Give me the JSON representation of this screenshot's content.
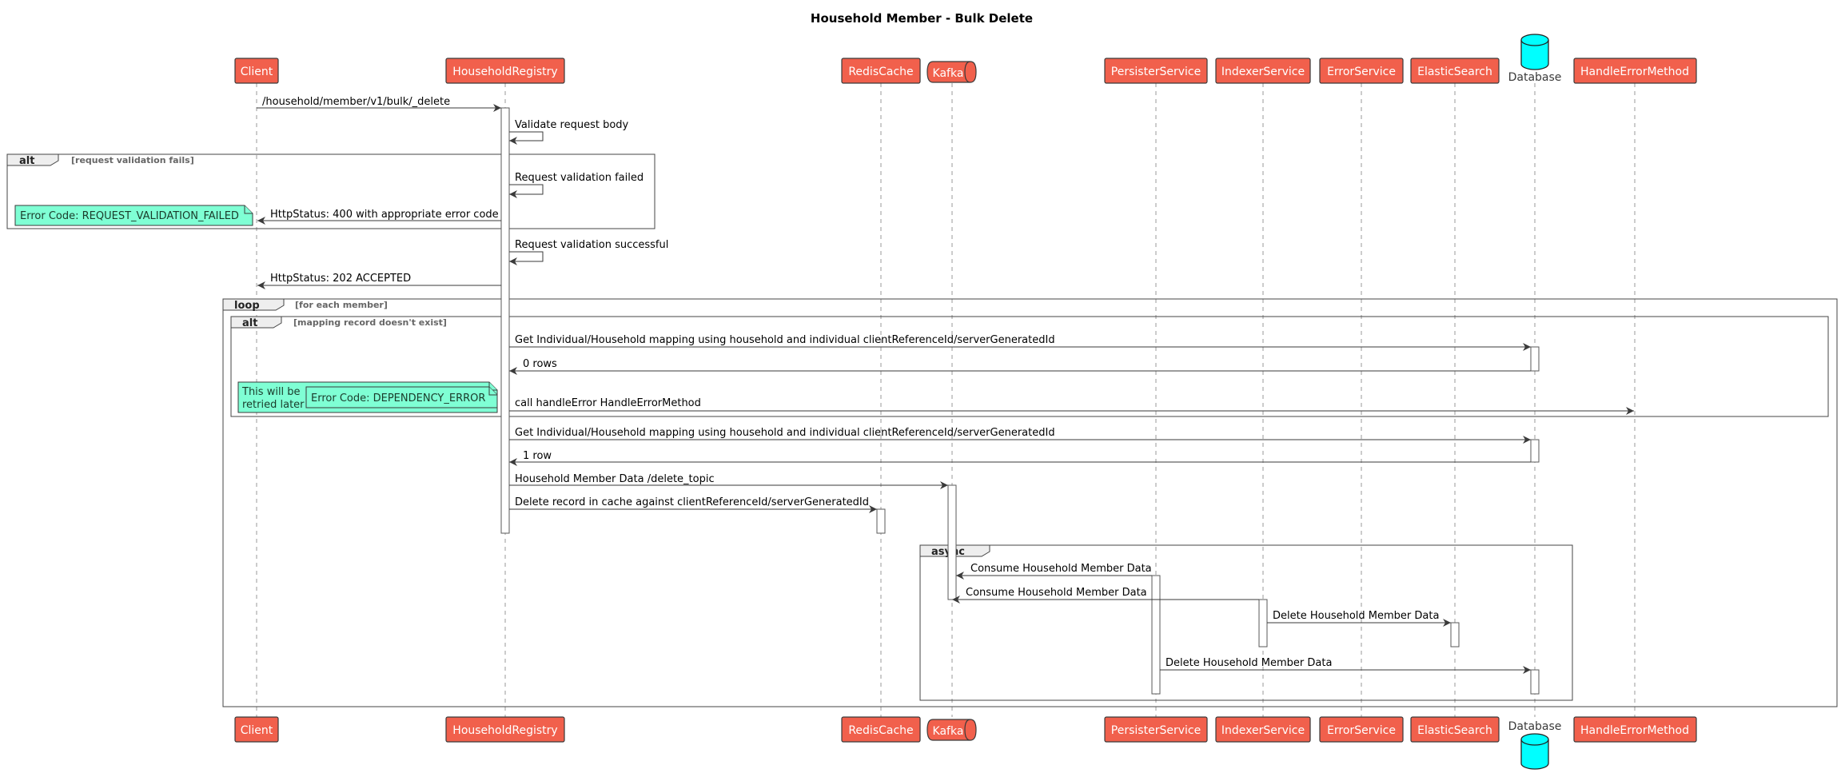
{
  "title": "Household Member - Bulk Delete",
  "participants": {
    "client": "Client",
    "registry": "HouseholdRegistry",
    "redis": "RedisCache",
    "kafka": "Kafka",
    "persister": "PersisterService",
    "indexer": "IndexerService",
    "error": "ErrorService",
    "elastic": "ElasticSearch",
    "database": "Database",
    "handle_error": "HandleErrorMethod"
  },
  "messages": {
    "m1": "/household/member/v1/bulk/_delete",
    "m2": "Validate request body",
    "m3": "Request validation failed",
    "m4": "HttpStatus: 400 with appropriate error code",
    "m5": "Request validation successful",
    "m6": "HttpStatus: 202 ACCEPTED",
    "m7": "Get Individual/Household mapping using household and individual clientReferenceId/serverGeneratedId",
    "m8": "0 rows",
    "m9": "call handleError HandleErrorMethod",
    "m10": "Get Individual/Household mapping using household and individual clientReferenceId/serverGeneratedId",
    "m11": "1 row",
    "m12": "Household Member Data /delete_topic",
    "m13": "Delete record in cache against clientReferenceId/serverGeneratedId",
    "m14": "Consume Household Member Data",
    "m15": "Consume Household Member Data",
    "m16": "Delete Household Member Data",
    "m17": "Delete Household Member Data"
  },
  "frames": {
    "alt1": {
      "keyword": "alt",
      "condition": "[request validation fails]"
    },
    "loop": {
      "keyword": "loop",
      "condition": "[for each member]"
    },
    "alt2": {
      "keyword": "alt",
      "condition": "[mapping record doesn't exist]"
    },
    "async": {
      "keyword": "async",
      "condition": ""
    }
  },
  "notes": {
    "validation_error": "Error Code: REQUEST_VALIDATION_FAILED",
    "retry_line1": "This will be",
    "retry_line2": "retried later",
    "dependency_error": "Error Code: DEPENDENCY_ERROR"
  },
  "colors": {
    "participant_fill": "#F1604C",
    "database_fill": "#00FFFF",
    "note_fill": "#7FFFD4"
  }
}
